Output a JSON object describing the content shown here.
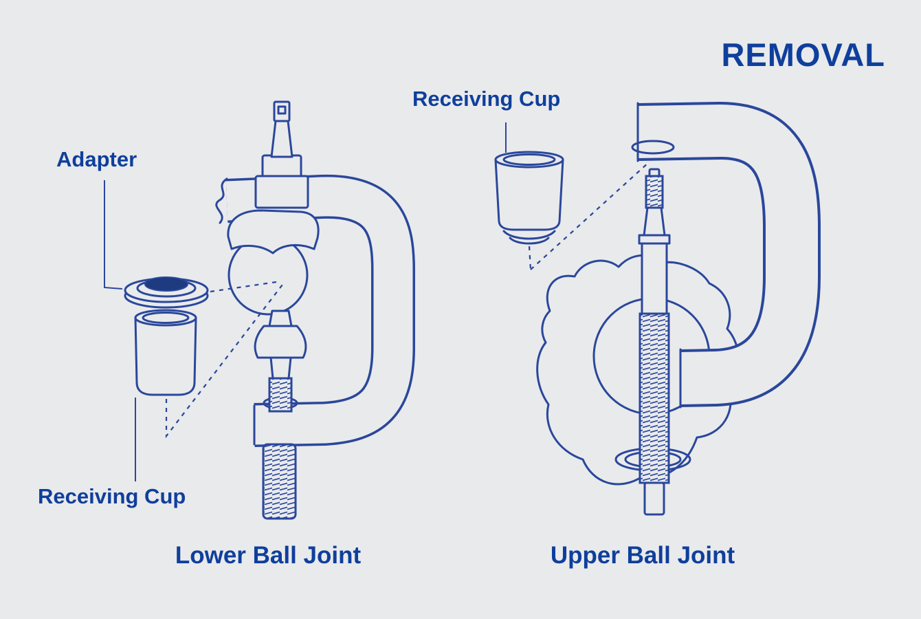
{
  "title": "REMOVAL",
  "colors": {
    "background": "#e9eaec",
    "line": "#2a479b",
    "text": "#0f3f9c",
    "dark": "#1e3a80"
  },
  "lower": {
    "caption": "Lower Ball Joint",
    "adapter_label": "Adapter",
    "receiving_cup_label": "Receiving Cup"
  },
  "upper": {
    "caption": "Upper Ball Joint",
    "receiving_cup_label": "Receiving Cup"
  }
}
